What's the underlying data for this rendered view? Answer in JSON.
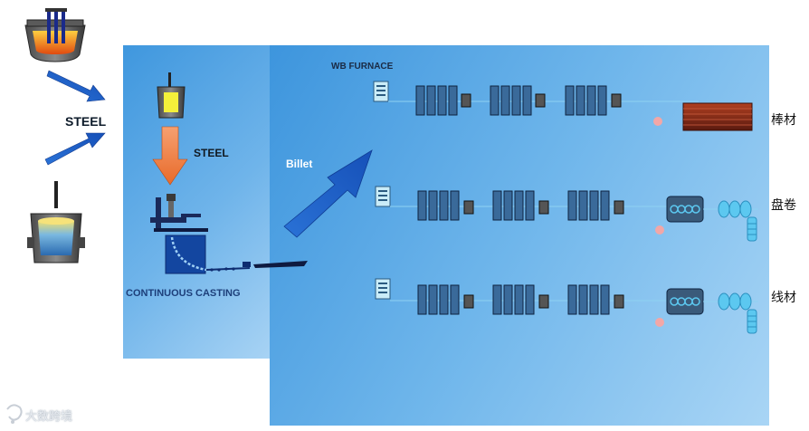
{
  "labels": {
    "steel_main": "STEEL",
    "steel_secondary": "STEEL",
    "billet": "Billet",
    "furnace": "WB FURNACE",
    "continuous_casting": "CONTINUOUS CASTING"
  },
  "products": [
    {
      "label": "棒材"
    },
    {
      "label": "盘卷"
    },
    {
      "label": "线材"
    }
  ],
  "watermark": "大数跨境",
  "colors": {
    "arrow_blue": "#1f5fc8",
    "arrow_orange": "#ee7a3c",
    "panel_blue": "#4a9be0",
    "bar_product_red": "#8a2a1a",
    "coil_cyan": "#5cc8f0"
  }
}
